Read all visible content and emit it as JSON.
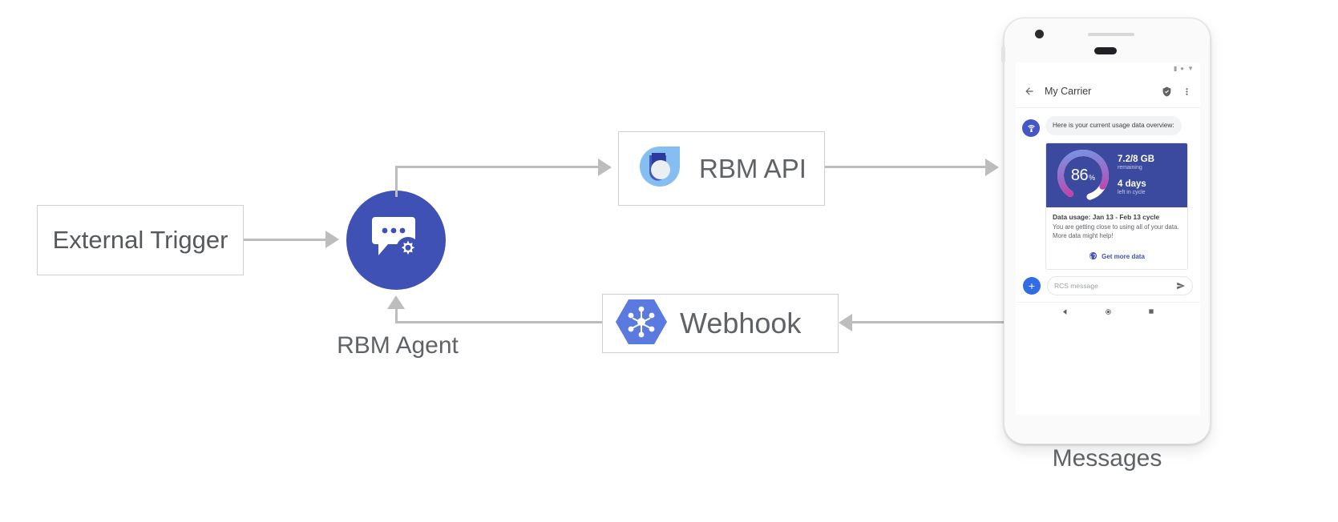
{
  "diagram": {
    "external_trigger": {
      "label": "External Trigger"
    },
    "agent": {
      "label": "RBM Agent",
      "icon": "chat-gear-icon",
      "color": "#3f51b5"
    },
    "rbm_api": {
      "label": "RBM API",
      "icon": "rbm-api-logo"
    },
    "webhook": {
      "label": "Webhook",
      "icon": "webhook-hexagon-icon",
      "color": "#5b7ae0"
    },
    "phone_caption": "Messages",
    "arrow_color": "#bdbdbd"
  },
  "phone": {
    "status_bar": {
      "icons": [
        "battery-icon",
        "dot-icon",
        "signal-icon"
      ]
    },
    "app_bar": {
      "back_icon": "back-arrow-icon",
      "title": "My Carrier",
      "verified_icon": "verified-shield-icon",
      "overflow_icon": "more-vert-icon"
    },
    "conversation": {
      "avatar_icon": "carrier-avatar-icon",
      "incoming_message": "Here is your current usage data overview:"
    },
    "rich_card": {
      "gauge": {
        "value": "86",
        "unit": "%",
        "percent": 86,
        "track_color": "#ffffff",
        "gradient_from": "#6f9ce8",
        "gradient_to": "#e0218a"
      },
      "panel_color": "#3b4a9e",
      "stats": [
        {
          "big": "7.2/8 GB",
          "sub": "remaining"
        },
        {
          "big": "4 days",
          "sub": "left in cycle"
        }
      ],
      "title": "Data usage: Jan 13 - Feb 13 cycle",
      "description": "You are getting close to using all of your data. More data might help!",
      "action": {
        "icon": "globe-icon",
        "label": "Get more data",
        "color": "#3f51b5"
      }
    },
    "composer": {
      "add_icon": "plus-icon",
      "placeholder": "RCS message",
      "send_icon": "send-icon"
    },
    "nav_bar": {
      "back_icon": "nav-back-icon",
      "home_icon": "nav-home-icon",
      "recents_icon": "nav-recents-icon"
    }
  }
}
